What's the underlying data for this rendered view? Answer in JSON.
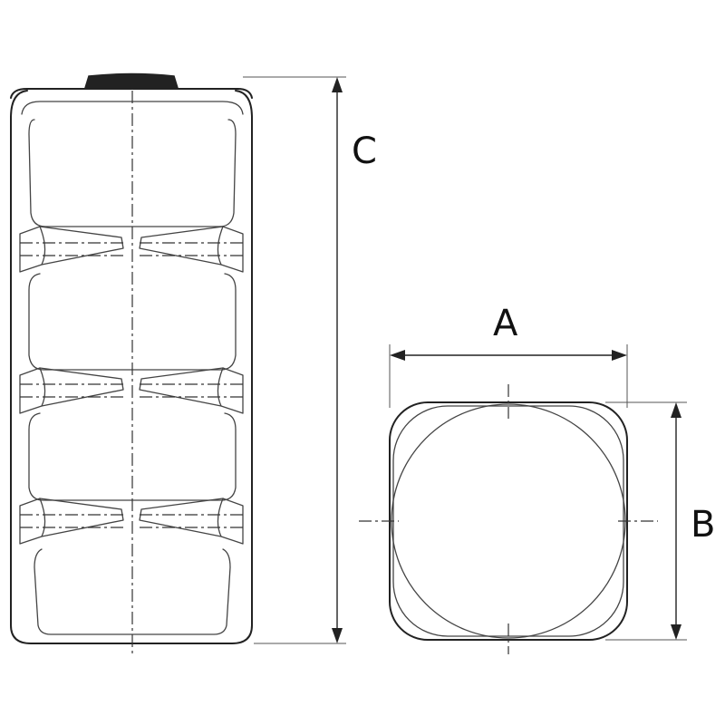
{
  "dimensions": {
    "a": "A",
    "b": "B",
    "c": "C"
  },
  "colors": {
    "line": "#222222",
    "background": "#ffffff"
  }
}
